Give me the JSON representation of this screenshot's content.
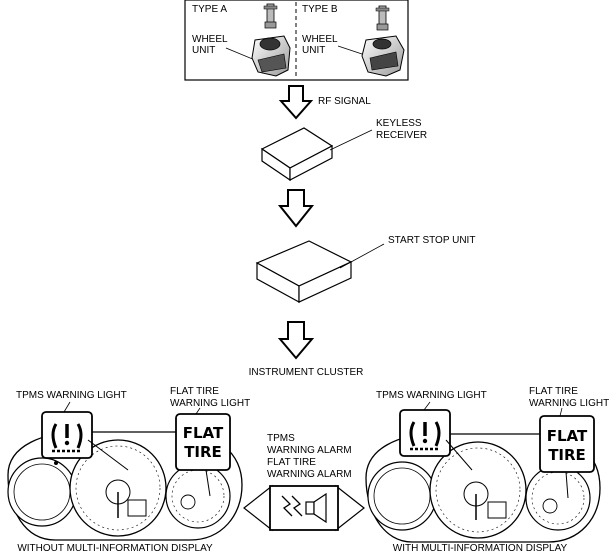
{
  "sensor_panel": {
    "type_a": {
      "type_label": "TYPE A",
      "unit_label_1": "WHEEL",
      "unit_label_2": "UNIT"
    },
    "type_b": {
      "type_label": "TYPE B",
      "unit_label_1": "WHEEL",
      "unit_label_2": "UNIT"
    }
  },
  "signal_label": "RF SIGNAL",
  "keyless_receiver": {
    "line1": "KEYLESS",
    "line2": "RECEIVER"
  },
  "start_stop_unit": {
    "label": "START STOP UNIT"
  },
  "instrument_cluster_label": "INSTRUMENT CLUSTER",
  "left_cluster": {
    "tpms_light_label": "TPMS WARNING LIGHT",
    "flat_tire_label_1": "FLAT TIRE",
    "flat_tire_label_2": "WARNING LIGHT",
    "flat_tire_text_1": "FLAT",
    "flat_tire_text_2": "TIRE",
    "caption": "WITHOUT MULTI-INFORMATION DISPLAY"
  },
  "right_cluster": {
    "tpms_light_label": "TPMS WARNING LIGHT",
    "flat_tire_label_1": "FLAT TIRE",
    "flat_tire_label_2": "WARNING LIGHT",
    "flat_tire_text_1": "FLAT",
    "flat_tire_text_2": "TIRE",
    "caption": "WITH MULTI-INFORMATION DISPLAY"
  },
  "alarm": {
    "line1": "TPMS",
    "line2": "WARNING ALARM",
    "line3": "FLAT TIRE",
    "line4": "WARNING ALARM"
  },
  "icons": {
    "tpms": "tpms-warning-icon",
    "speaker": "buzzer-speaker-icon"
  }
}
